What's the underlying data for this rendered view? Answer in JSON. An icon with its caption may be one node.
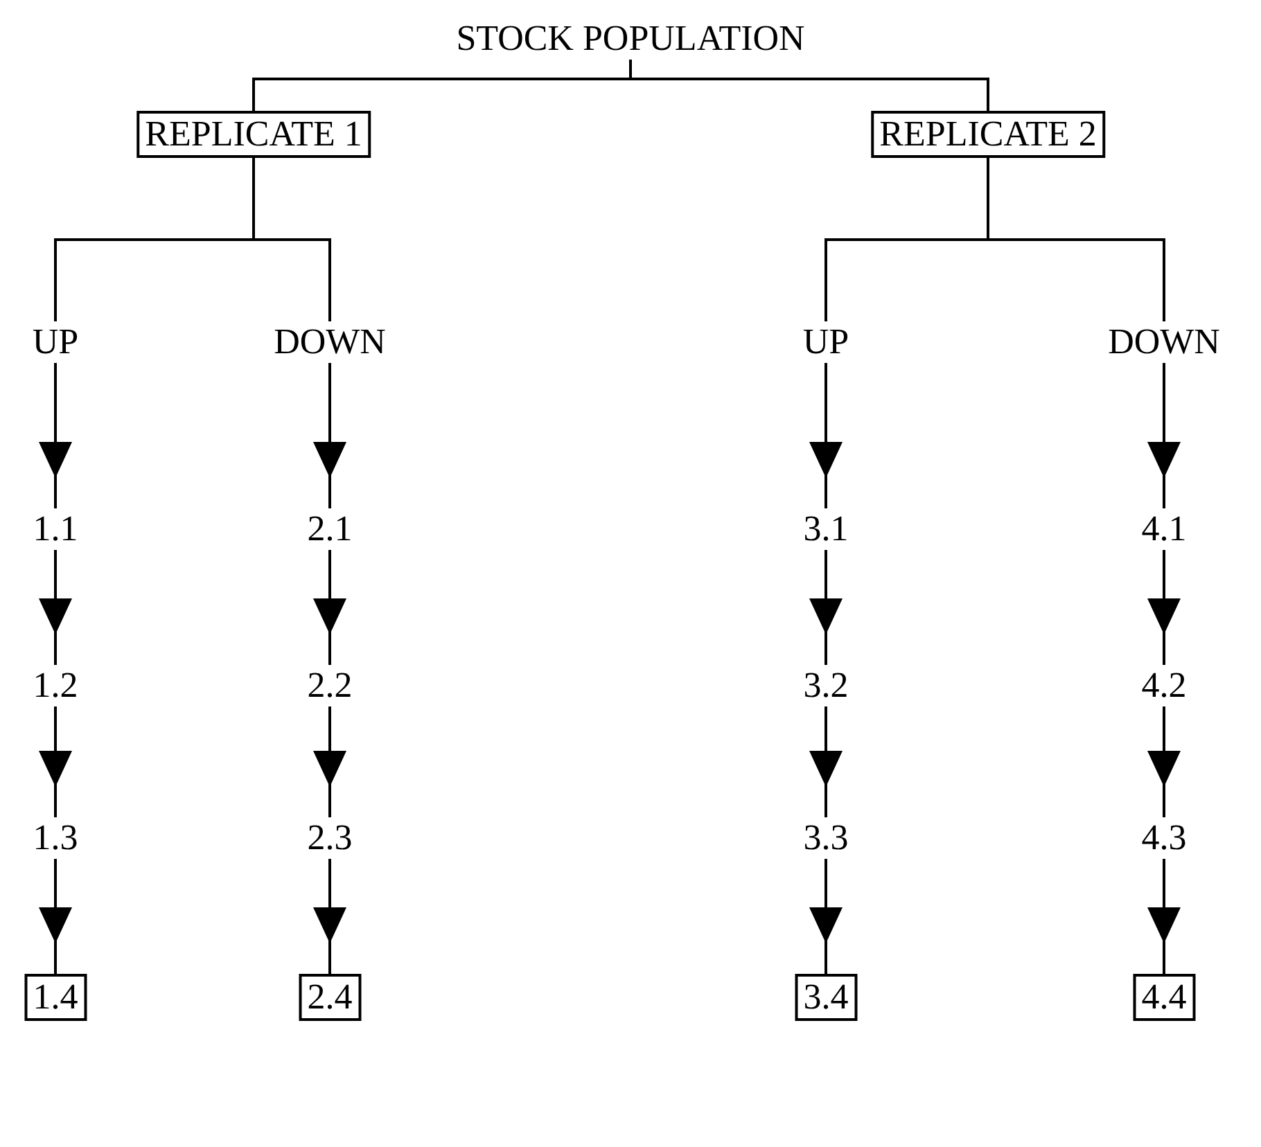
{
  "diagram": {
    "nodes": [
      {
        "text": [
          "STOCK POPULATION"
        ]
      },
      {
        "text": [
          "REPLICATE 1"
        ]
      },
      {
        "text": [
          "REPLICATE 2"
        ]
      },
      {
        "text": [
          "UP"
        ]
      },
      {
        "text": [
          "DOWN"
        ]
      },
      {
        "text": [
          "UP"
        ]
      },
      {
        "text": [
          "DOWN"
        ]
      },
      {
        "text": [
          "1.1"
        ]
      },
      {
        "text": [
          "2.1"
        ]
      },
      {
        "text": [
          "3.1"
        ]
      },
      {
        "text": [
          "4.1"
        ]
      },
      {
        "text": [
          "1.2"
        ]
      },
      {
        "text": [
          "2.2"
        ]
      },
      {
        "text": [
          "3.2"
        ]
      },
      {
        "text": [
          "4.2"
        ]
      },
      {
        "text": [
          "1.3"
        ]
      },
      {
        "text": [
          "2.3"
        ]
      },
      {
        "text": [
          "3.3"
        ]
      },
      {
        "text": [
          "4.3"
        ]
      },
      {
        "text": [
          "1.4"
        ]
      },
      {
        "text": [
          "2.4"
        ]
      },
      {
        "text": [
          "3.4"
        ]
      },
      {
        "text": [
          "4.4"
        ]
      }
    ],
    "edges": [
      {
        "from": 0,
        "to": 1,
        "arrow": "none"
      },
      {
        "from": 0,
        "to": 2,
        "arrow": "none"
      },
      {
        "from": 1,
        "to": 3,
        "arrow": "none"
      },
      {
        "from": 1,
        "to": 4,
        "arrow": "none"
      },
      {
        "from": 2,
        "to": 5,
        "arrow": "none"
      },
      {
        "from": 2,
        "to": 6,
        "arrow": "none"
      },
      {
        "from": 3,
        "to": 7,
        "arrow": "to"
      },
      {
        "from": 4,
        "to": 8,
        "arrow": "to"
      },
      {
        "from": 5,
        "to": 9,
        "arrow": "to"
      },
      {
        "from": 6,
        "to": 10,
        "arrow": "to"
      },
      {
        "from": 7,
        "to": 11,
        "arrow": "to"
      },
      {
        "from": 8,
        "to": 12,
        "arrow": "to"
      },
      {
        "from": 9,
        "to": 13,
        "arrow": "to"
      },
      {
        "from": 10,
        "to": 14,
        "arrow": "to"
      },
      {
        "from": 11,
        "to": 15,
        "arrow": "to"
      },
      {
        "from": 12,
        "to": 16,
        "arrow": "to"
      },
      {
        "from": 13,
        "to": 17,
        "arrow": "to"
      },
      {
        "from": 14,
        "to": 18,
        "arrow": "to"
      },
      {
        "from": 15,
        "to": 19,
        "arrow": "to"
      },
      {
        "from": 16,
        "to": 20,
        "arrow": "to"
      },
      {
        "from": 17,
        "to": 21,
        "arrow": "to"
      },
      {
        "from": 18,
        "to": 22,
        "arrow": "to"
      }
    ]
  }
}
